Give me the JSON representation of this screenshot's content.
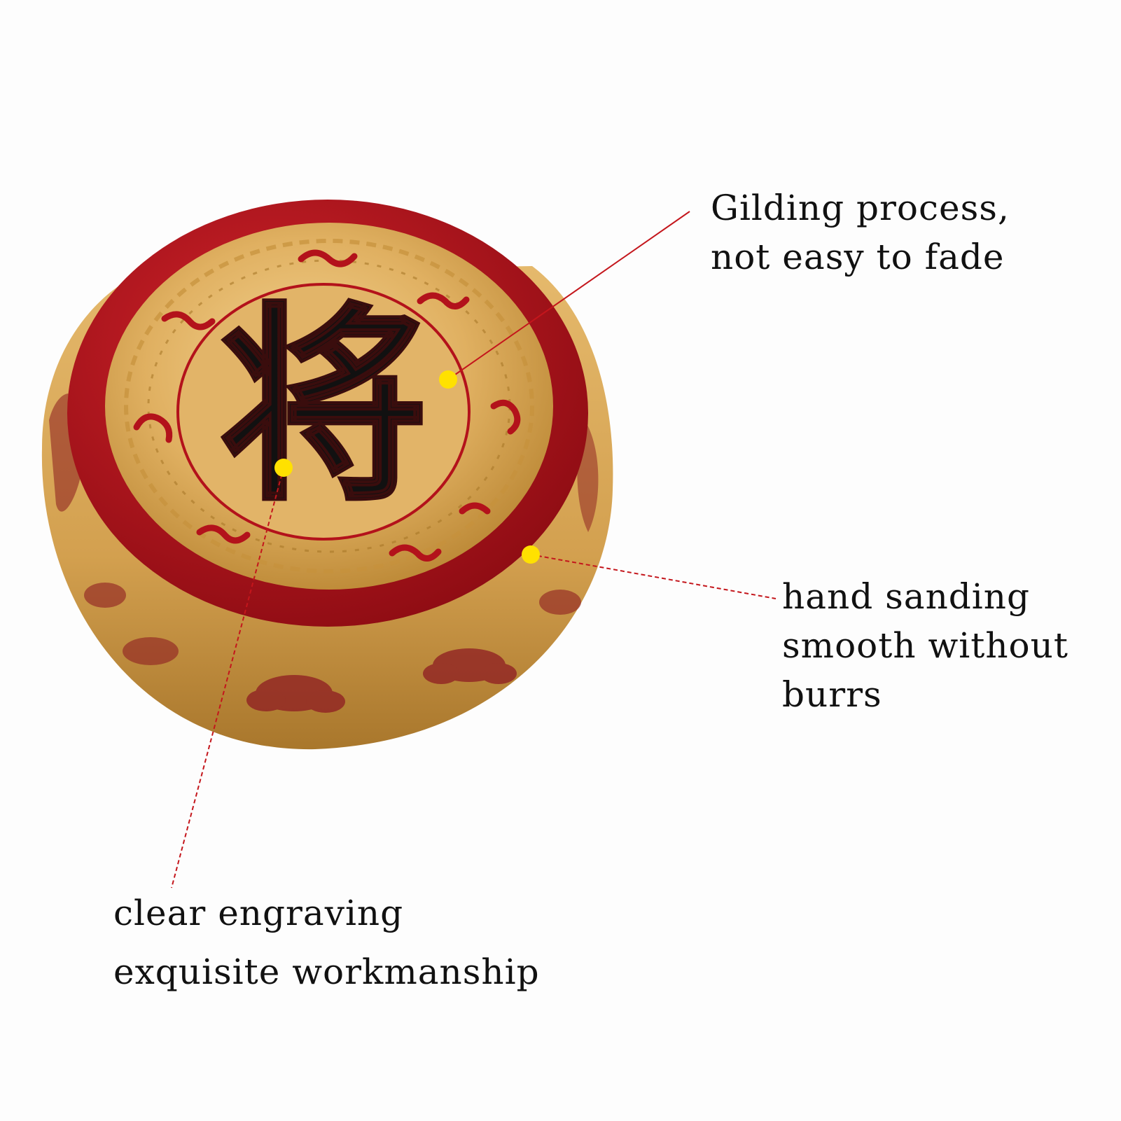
{
  "piece": {
    "character": "将",
    "colors": {
      "red": "#b3121b",
      "dark_red": "#7e0a10",
      "gold": "#dcab58",
      "gold_light": "#f1cf8a",
      "black": "#111111",
      "dot": "#ffe100",
      "leader": "#c4161c"
    }
  },
  "callouts": {
    "gilding": {
      "line1": "Gilding process,",
      "line2": "not easy to fade"
    },
    "sanding": {
      "line1": "hand sanding",
      "line2": "smooth without",
      "line3": "burrs"
    },
    "engraving": {
      "line1": "clear engraving",
      "line2": "exquisite workmanship"
    }
  }
}
